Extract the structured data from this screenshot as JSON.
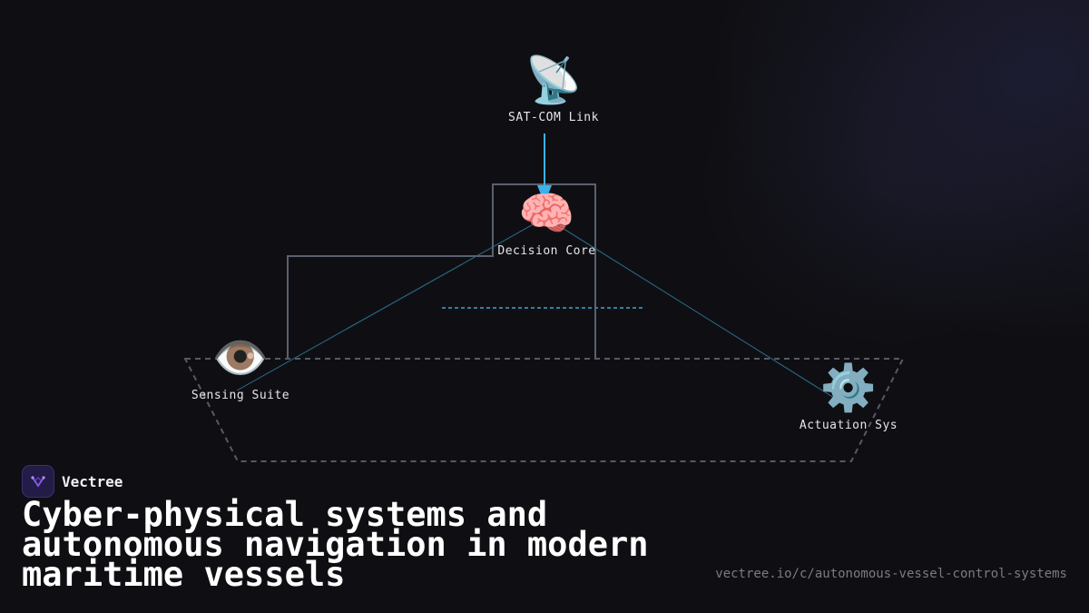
{
  "diagram": {
    "nodes": {
      "satcom": {
        "icon": "📡",
        "icon_name": "satellite-dish-icon",
        "label": "SAT-COM Link"
      },
      "core": {
        "icon": "🧠",
        "icon_name": "brain-icon",
        "label": "Decision Core"
      },
      "sensing": {
        "icon": "👁️",
        "icon_name": "eye-icon",
        "label": "Sensing Suite"
      },
      "actuation": {
        "icon": "⚙️",
        "icon_name": "gear-icon",
        "label": "Actuation Sys"
      }
    },
    "colors": {
      "arrow": "#3eb1ea",
      "hull_outline": "#555a66",
      "superstructure": "#5a6070",
      "waterline": "#2f7fa6",
      "connector": "#2a6e8f"
    }
  },
  "brand": {
    "name": "Vectree",
    "accent": "#8a5cf0"
  },
  "headline": "Cyber-physical systems and autonomous navigation in modern maritime vessels",
  "url": "vectree.io/c/autonomous-vessel-control-systems"
}
